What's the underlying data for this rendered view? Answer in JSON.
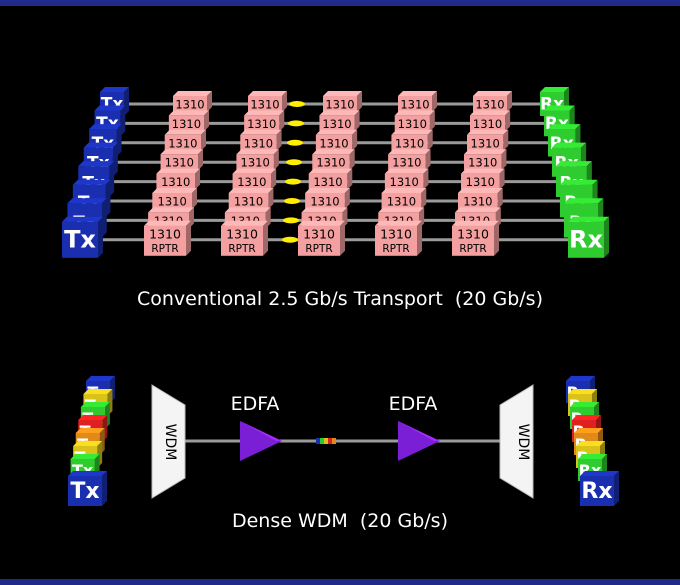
{
  "conventional": {
    "tx_label": "Tx",
    "rx_label": "Rx",
    "repeater_wavelength": "1310",
    "repeater_type": "RPTR",
    "caption": "Conventional 2.5 Gb/s Transport  (20 Gb/s)",
    "tx_color": "#1a2fb0",
    "rx_color": "#2ecc2e",
    "repeater_color": "#f4a0a0",
    "lane_count": 8,
    "repeater_columns": 5
  },
  "dwdm": {
    "tx_label": "Tx",
    "rx_label": "Rx",
    "mux_label": "WDM",
    "demux_label": "WDM",
    "amp1_label": "EDFA",
    "amp2_label": "EDFA",
    "caption": "Dense WDM  (20 Gb/s)",
    "amp_color": "#7a1fd6",
    "channel_colors": [
      "#1a2fb0",
      "#d9c21a",
      "#2ecc2e",
      "#e02020",
      "#e08a1a",
      "#d9c21a",
      "#2ecc2e",
      "#1a2fb0"
    ]
  }
}
